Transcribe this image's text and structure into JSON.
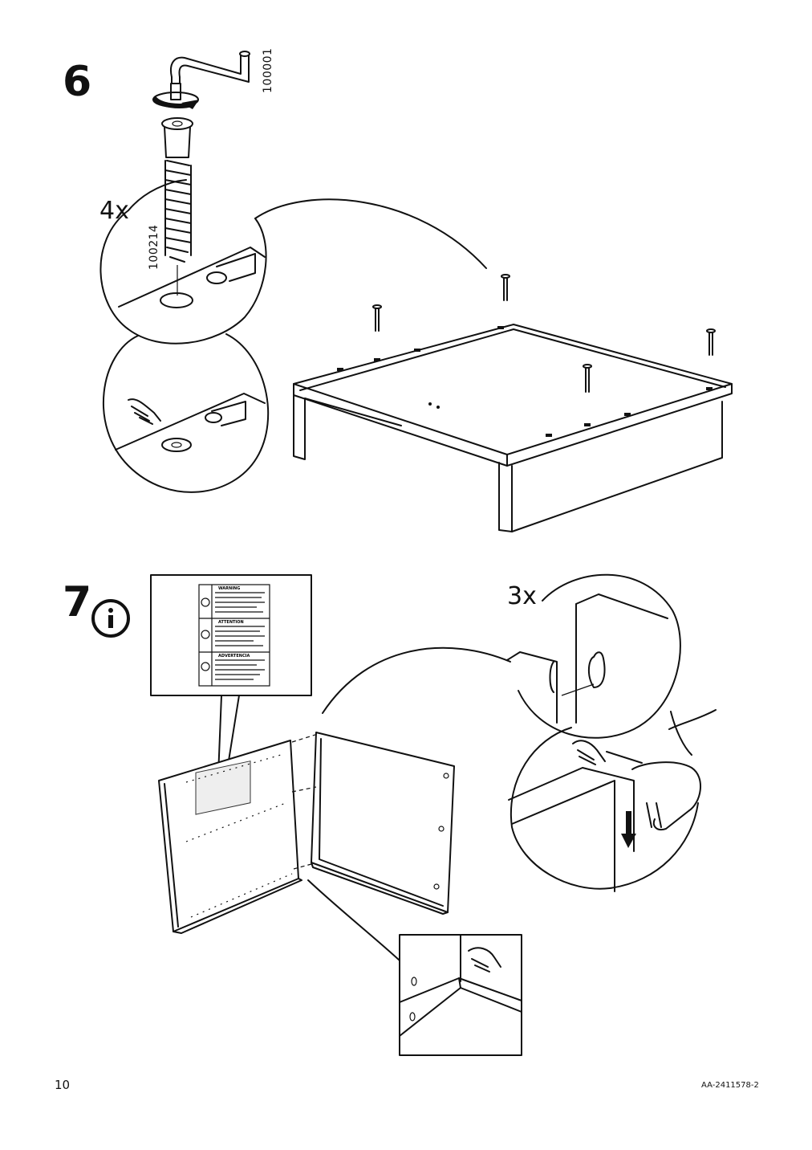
{
  "steps": [
    {
      "number": "6",
      "quantity": "4x",
      "tool_part": "100001",
      "screw_part": "100214"
    },
    {
      "number": "7",
      "quantity": "3x",
      "info_icon": "info-icon"
    }
  ],
  "warning_label": {
    "headings": [
      "WARNING",
      "ATTENTION",
      "ADVERTENCIA"
    ]
  },
  "footer": {
    "page_number": "10",
    "doc_id": "AA-2411578-2"
  },
  "icons": [
    "allen-key-icon",
    "rotate-arrow-icon",
    "screw-icon",
    "pointing-hand-icon",
    "down-arrow-icon",
    "info-icon"
  ]
}
